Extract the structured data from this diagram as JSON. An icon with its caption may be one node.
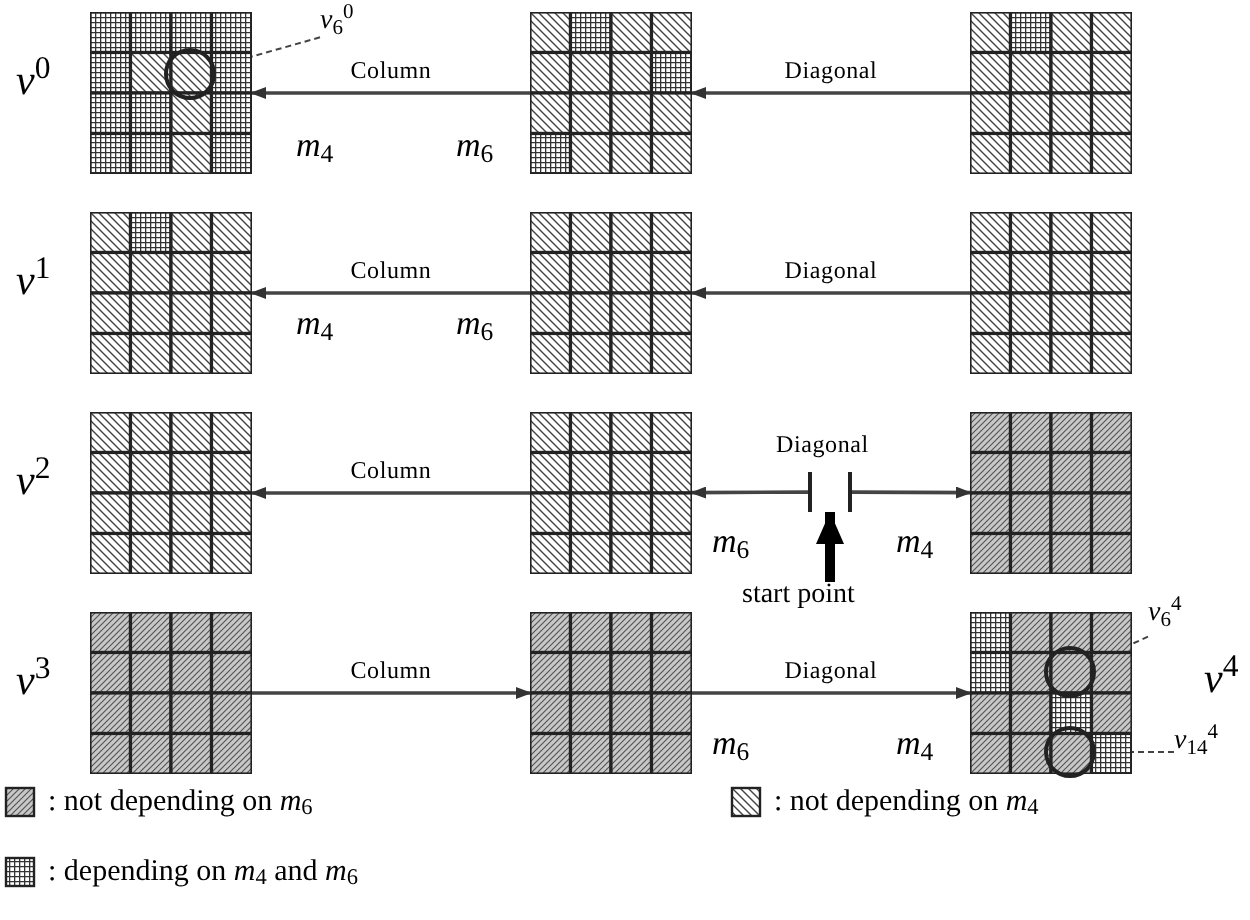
{
  "diagram": {
    "nodes": [
      {
        "text": [],
        "shape": "box",
        "beside": [
          "*v*$^{0}$"
        ]
      },
      {
        "text": [],
        "shape": "circle",
        "in": 0
      },
      {
        "text": [
          "*v*$_{6}$$^{0}$"
        ]
      },
      {
        "text": [],
        "shape": "box"
      },
      {
        "text": [],
        "shape": "box"
      },
      {
        "text": [],
        "shape": "box",
        "beside": [
          "*v*$^{1}$"
        ]
      },
      {
        "text": [],
        "shape": "box"
      },
      {
        "text": [],
        "shape": "box"
      },
      {
        "text": [],
        "shape": "box",
        "beside": [
          "*v*$^{2}$"
        ]
      },
      {
        "text": [],
        "shape": "box"
      },
      {
        "text": [],
        "shape": "bar",
        "beside": [
          "Diagonal"
        ]
      },
      {
        "text": [],
        "shape": "box"
      },
      {
        "text": [
          "start point"
        ]
      },
      {
        "text": [],
        "shape": "box",
        "beside": [
          "*v*$^{3}$"
        ]
      },
      {
        "text": [],
        "shape": "box"
      },
      {
        "text": [],
        "shape": "box"
      },
      {
        "text": [],
        "shape": "circle",
        "in": 15
      },
      {
        "text": [],
        "shape": "circle",
        "in": 15
      },
      {
        "text": [
          "*v*$_{6}$$^{4}$"
        ]
      },
      {
        "text": [
          "*v*$_{14}$$^{4}$"
        ]
      }
    ],
    "edges": [
      {
        "from": 4,
        "to": 3,
        "arrow": "to",
        "label": "Diagonal"
      },
      {
        "from": 3,
        "to": 0,
        "arrow": "to",
        "label": "Column"
      },
      {
        "from": 2,
        "to": 1,
        "arrow": "to",
        "style": "dashed"
      },
      {
        "from": 7,
        "to": 6,
        "arrow": "to",
        "label": "Diagonal"
      },
      {
        "from": 6,
        "to": 5,
        "arrow": "to",
        "label": "Column"
      },
      {
        "from": 9,
        "to": 8,
        "arrow": "to",
        "label": "Column"
      },
      {
        "from": 10,
        "to": 9,
        "arrow": "to"
      },
      {
        "from": 10,
        "to": 11,
        "arrow": "to"
      },
      {
        "from": 12,
        "to": 10,
        "arrow": "to",
        "style": "thick"
      },
      {
        "from": 13,
        "to": 14,
        "arrow": "to",
        "label": "Column"
      },
      {
        "from": 14,
        "to": 15,
        "arrow": "to",
        "label": "Diagonal"
      },
      {
        "from": 18,
        "to": 16,
        "arrow": "to",
        "style": "dashed"
      },
      {
        "from": 19,
        "to": 17,
        "arrow": "to",
        "style": "dashed"
      }
    ],
    "labels": [
      "*m*$_{4}$",
      "*m*$_{6}$",
      "*m*$_{4}$",
      "*m*$_{6}$",
      "*m*$_{6}$",
      "*m*$_{4}$",
      "*v*$^{4}$",
      "*m*$_{6}$",
      "*m*$_{4}$"
    ],
    "legend": [
      {
        "text": ": not depending on *m*$_{6}$"
      },
      {
        "text": ": not depending on *m*$_{4}$"
      },
      {
        "text": ": depending on *m*$_{4}$ and *m*$_{6}$"
      }
    ]
  }
}
